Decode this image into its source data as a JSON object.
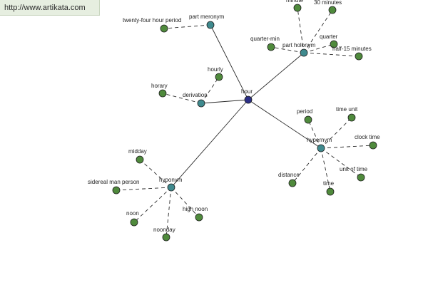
{
  "watermark": "http://www.artikata.com",
  "colors": {
    "center_node": "#2b2f86",
    "hub_node": "#3f8a8e",
    "leaf_node": "#4f8a3c",
    "solid_edge": "#2a2a2a",
    "dashed_edge": "#2a2a2a"
  },
  "graph": {
    "center": "hour",
    "hubs": [
      "part meronym",
      "part holonym",
      "derivation",
      "hypernym",
      "hyponym"
    ],
    "leaves": {
      "part_meronym": [
        "twenty-four hour period"
      ],
      "part_holonym": [
        "minute",
        "30 minutes",
        "quarter-min",
        "quarter",
        "half-15 minutes"
      ],
      "derivation": [
        "hourly",
        "horary"
      ],
      "hypernym": [
        "period",
        "time unit",
        "clock time",
        "unit of time",
        "time",
        "distance"
      ],
      "hyponym": [
        "midday",
        "sidereal man person",
        "high noon",
        "noon",
        "noonday"
      ]
    }
  }
}
